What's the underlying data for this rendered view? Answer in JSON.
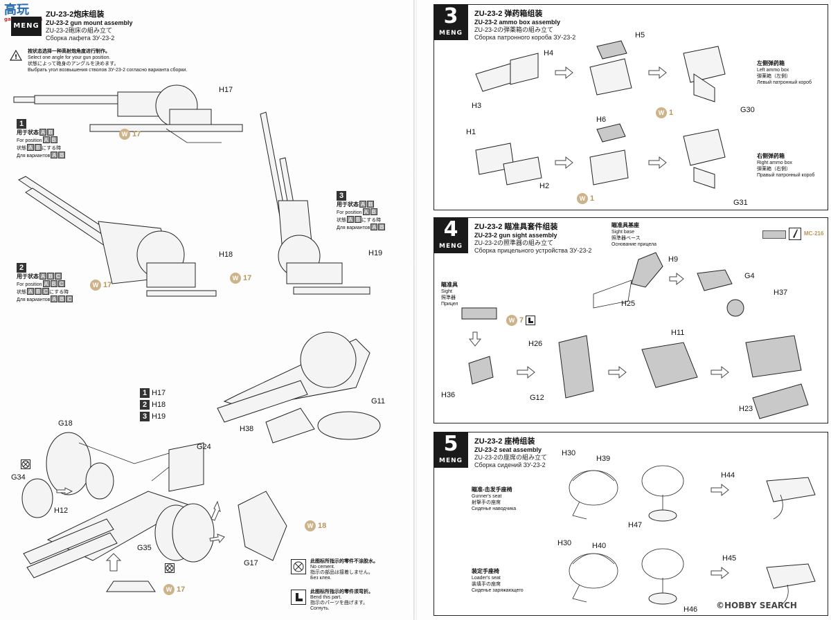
{
  "watermark_top": {
    "text": "高玩",
    "url": "gao-shou.com"
  },
  "left_page": {
    "step": {
      "brand": "MENG"
    },
    "title": {
      "zh": "ZU-23-2炮床组装",
      "en": "ZU-23-2 gun mount assembly",
      "ja": "ZU-23-2砲床の組み立て",
      "ru": "Сборка лафета ЗУ-23-2"
    },
    "notice": {
      "zh": "按状态选择一种高射炮角度进行制作。",
      "en": "Select one angle for your gun position.",
      "ja": "状態によって砲身のアングルを決めます。",
      "ru": "Выбрать угол возвышения стволов ЗУ-23-2 согласно варианта сборки."
    },
    "positions": [
      {
        "num": "1",
        "zh": "用于状态",
        "en": "For position",
        "ja_pre": "状態",
        "ja_post": "にする時",
        "ru": "Для вариантов",
        "letters": [
          "A",
          "B"
        ]
      },
      {
        "num": "2",
        "zh": "用于状态",
        "en": "For position",
        "ja_pre": "状態",
        "ja_post": "にする時",
        "ru": "Для вариантов",
        "letters": [
          "A",
          "B",
          "C"
        ]
      },
      {
        "num": "3",
        "zh": "用于状态",
        "en": "For position",
        "ja_pre": "状態",
        "ja_post": "にする時",
        "ru": "Для вариантов",
        "letters": [
          "A",
          "B"
        ]
      }
    ],
    "part_labels": {
      "h17": "H17",
      "h18": "H18",
      "h19": "H19",
      "g18": "G18",
      "g34": "G34",
      "h12": "H12",
      "g35": "G35",
      "g17": "G17",
      "g24": "G24",
      "h38": "H38",
      "g11": "G11"
    },
    "legend_parts": [
      {
        "num": "1",
        "part": "H17"
      },
      {
        "num": "2",
        "part": "H18"
      },
      {
        "num": "3",
        "part": "H19"
      }
    ],
    "w_badges": {
      "w17": "17",
      "w18": "18",
      "w_letter": "W"
    },
    "legend_notes": [
      {
        "zh": "此图标所指示的零件不涂胶水。",
        "en": "No cement.",
        "ja": "指示の部品は接着しません。",
        "ru": "Без клея."
      },
      {
        "zh": "此图标所指示的零件须弯折。",
        "en": "Bend this part.",
        "ja": "指示のパーツを曲げます。",
        "ru": "Согнуть."
      }
    ]
  },
  "right_page": {
    "steps": [
      {
        "num": "3",
        "brand": "MENG",
        "title": {
          "zh": "ZU-23-2 弹药箱组装",
          "en": "ZU-23-2 ammo box assembly",
          "ja": "ZU-23-2の弾薬箱の組み立て",
          "ru": "Сборка патронного короба ЗУ-23-2"
        },
        "labels": {
          "h4": "H4",
          "h5": "H5",
          "h3": "H3",
          "h1": "H1",
          "h6": "H6",
          "h2": "H2",
          "g30": "G30",
          "g31": "G31",
          "w1a": "1",
          "w1b": "1"
        },
        "left_box": {
          "zh": "左侧弹药箱",
          "en": "Left ammo box",
          "ja": "弾薬箱（左側）",
          "ru": "Левый патронный короб"
        },
        "right_box": {
          "zh": "右侧弹药箱",
          "en": "Right ammo box",
          "ja": "弾薬箱（右側）",
          "ru": "Правый патронный короб"
        }
      },
      {
        "num": "4",
        "brand": "MENG",
        "title": {
          "zh": "ZU-23-2 瞄准具套件组装",
          "en": "ZU-23-2 gun sight assembly",
          "ja": "ZU-23-2の照準器の組み立て",
          "ru": "Сборка прицельного устройства ЗУ-23-2"
        },
        "sight_base": {
          "zh": "瞄准具基座",
          "en": "Sight base",
          "ja": "照準器ベース",
          "ru": "Основание прицела"
        },
        "sight": {
          "zh": "瞄准具",
          "en": "Sight",
          "ja": "照準器",
          "ru": "Прицел"
        },
        "paint_code": "MC-216",
        "labels": {
          "h9": "H9",
          "h25": "H25",
          "g4": "G4",
          "h37": "H37",
          "h26": "H26",
          "h11": "H11",
          "h36": "H36",
          "g12": "G12",
          "h23": "H23",
          "w7": "7"
        }
      },
      {
        "num": "5",
        "brand": "MENG",
        "title": {
          "zh": "ZU-23-2 座椅组装",
          "en": "ZU-23-2 seat assembly",
          "ja": "ZU-23-2の座席の組み立て",
          "ru": "Сборка сидений ЗУ-23-2"
        },
        "gunner": {
          "zh": "瞄准-击发手座椅",
          "en": "Gunner's seat",
          "ja": "射撃手の座席",
          "ru": "Сиденье наводчика"
        },
        "loader": {
          "zh": "装定手座椅",
          "en": "Loader's seat",
          "ja": "装填手の座席",
          "ru": "Сиденье заряжающего"
        },
        "labels": {
          "h30a": "H30",
          "h39": "H39",
          "h44": "H44",
          "h47": "H47",
          "h30b": "H30",
          "h40": "H40",
          "h45": "H45",
          "h46": "H46"
        }
      }
    ],
    "credit": "©HOBBY SEARCH"
  }
}
